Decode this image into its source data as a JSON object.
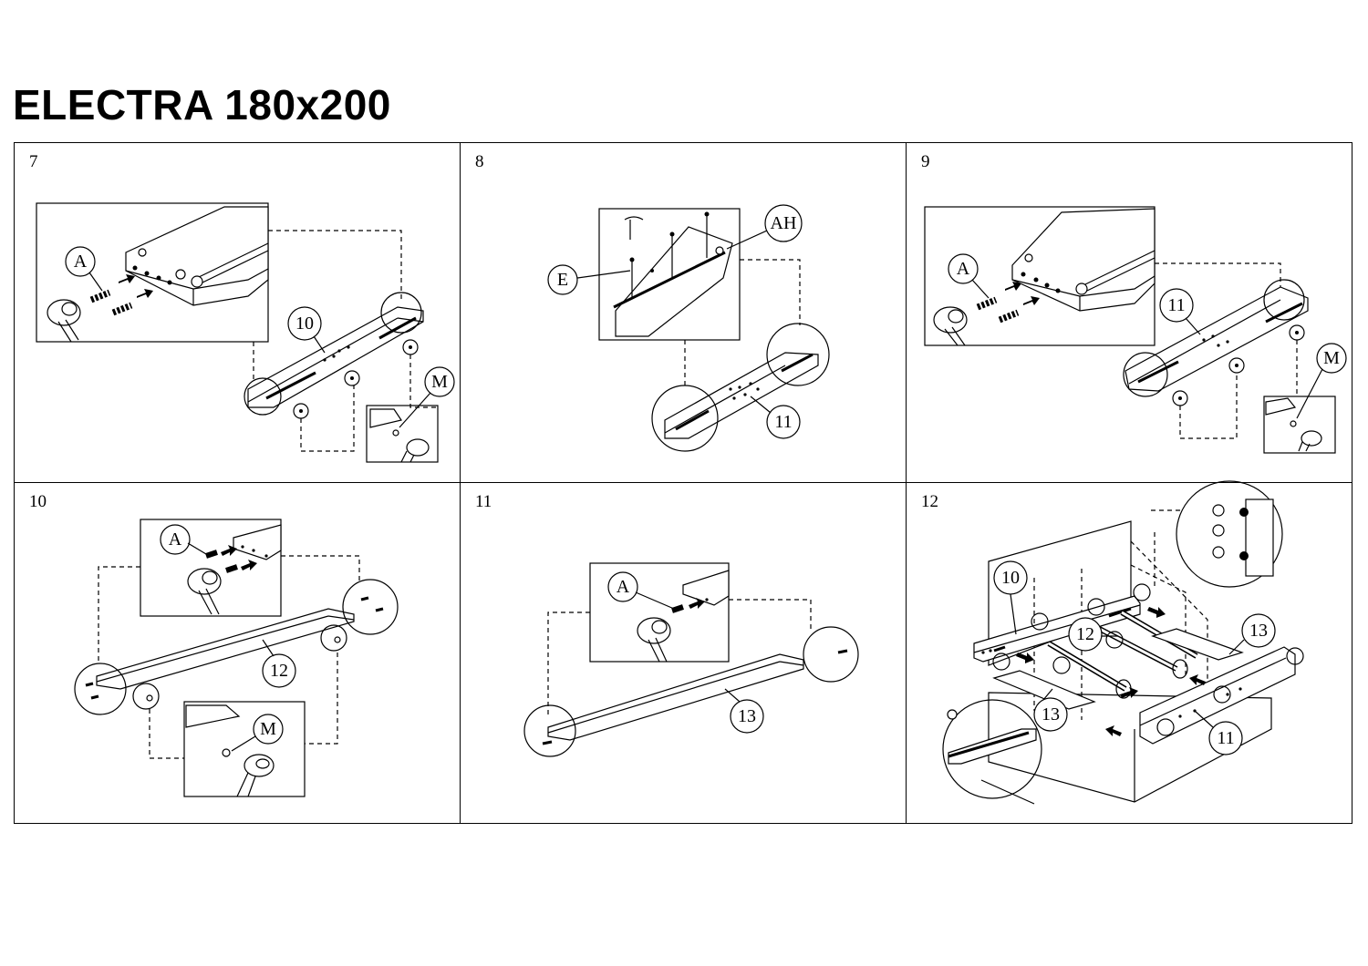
{
  "title": "ELECTRA 180x200",
  "steps": [
    {
      "number": "7",
      "labels": {
        "part": "10",
        "dowel": "A",
        "tool": "M"
      }
    },
    {
      "number": "8",
      "labels": {
        "part": "11",
        "screw": "E",
        "bracket": "AH"
      }
    },
    {
      "number": "9",
      "labels": {
        "part": "11",
        "dowel": "A",
        "tool": "M"
      }
    },
    {
      "number": "10",
      "labels": {
        "part": "12",
        "dowel": "A",
        "tool": "M"
      }
    },
    {
      "number": "11",
      "labels": {
        "part": "13",
        "dowel": "A"
      }
    },
    {
      "number": "12",
      "labels": {
        "rail_left": "10",
        "rail_right": "11",
        "slat_center": "12",
        "board_right": "13",
        "board_left": "13"
      }
    }
  ],
  "icons": [
    "dowel-icon",
    "mallet-icon",
    "screw-icon",
    "cam-lock-icon",
    "insertion-arrow-icon",
    "magnify-circle-icon"
  ]
}
